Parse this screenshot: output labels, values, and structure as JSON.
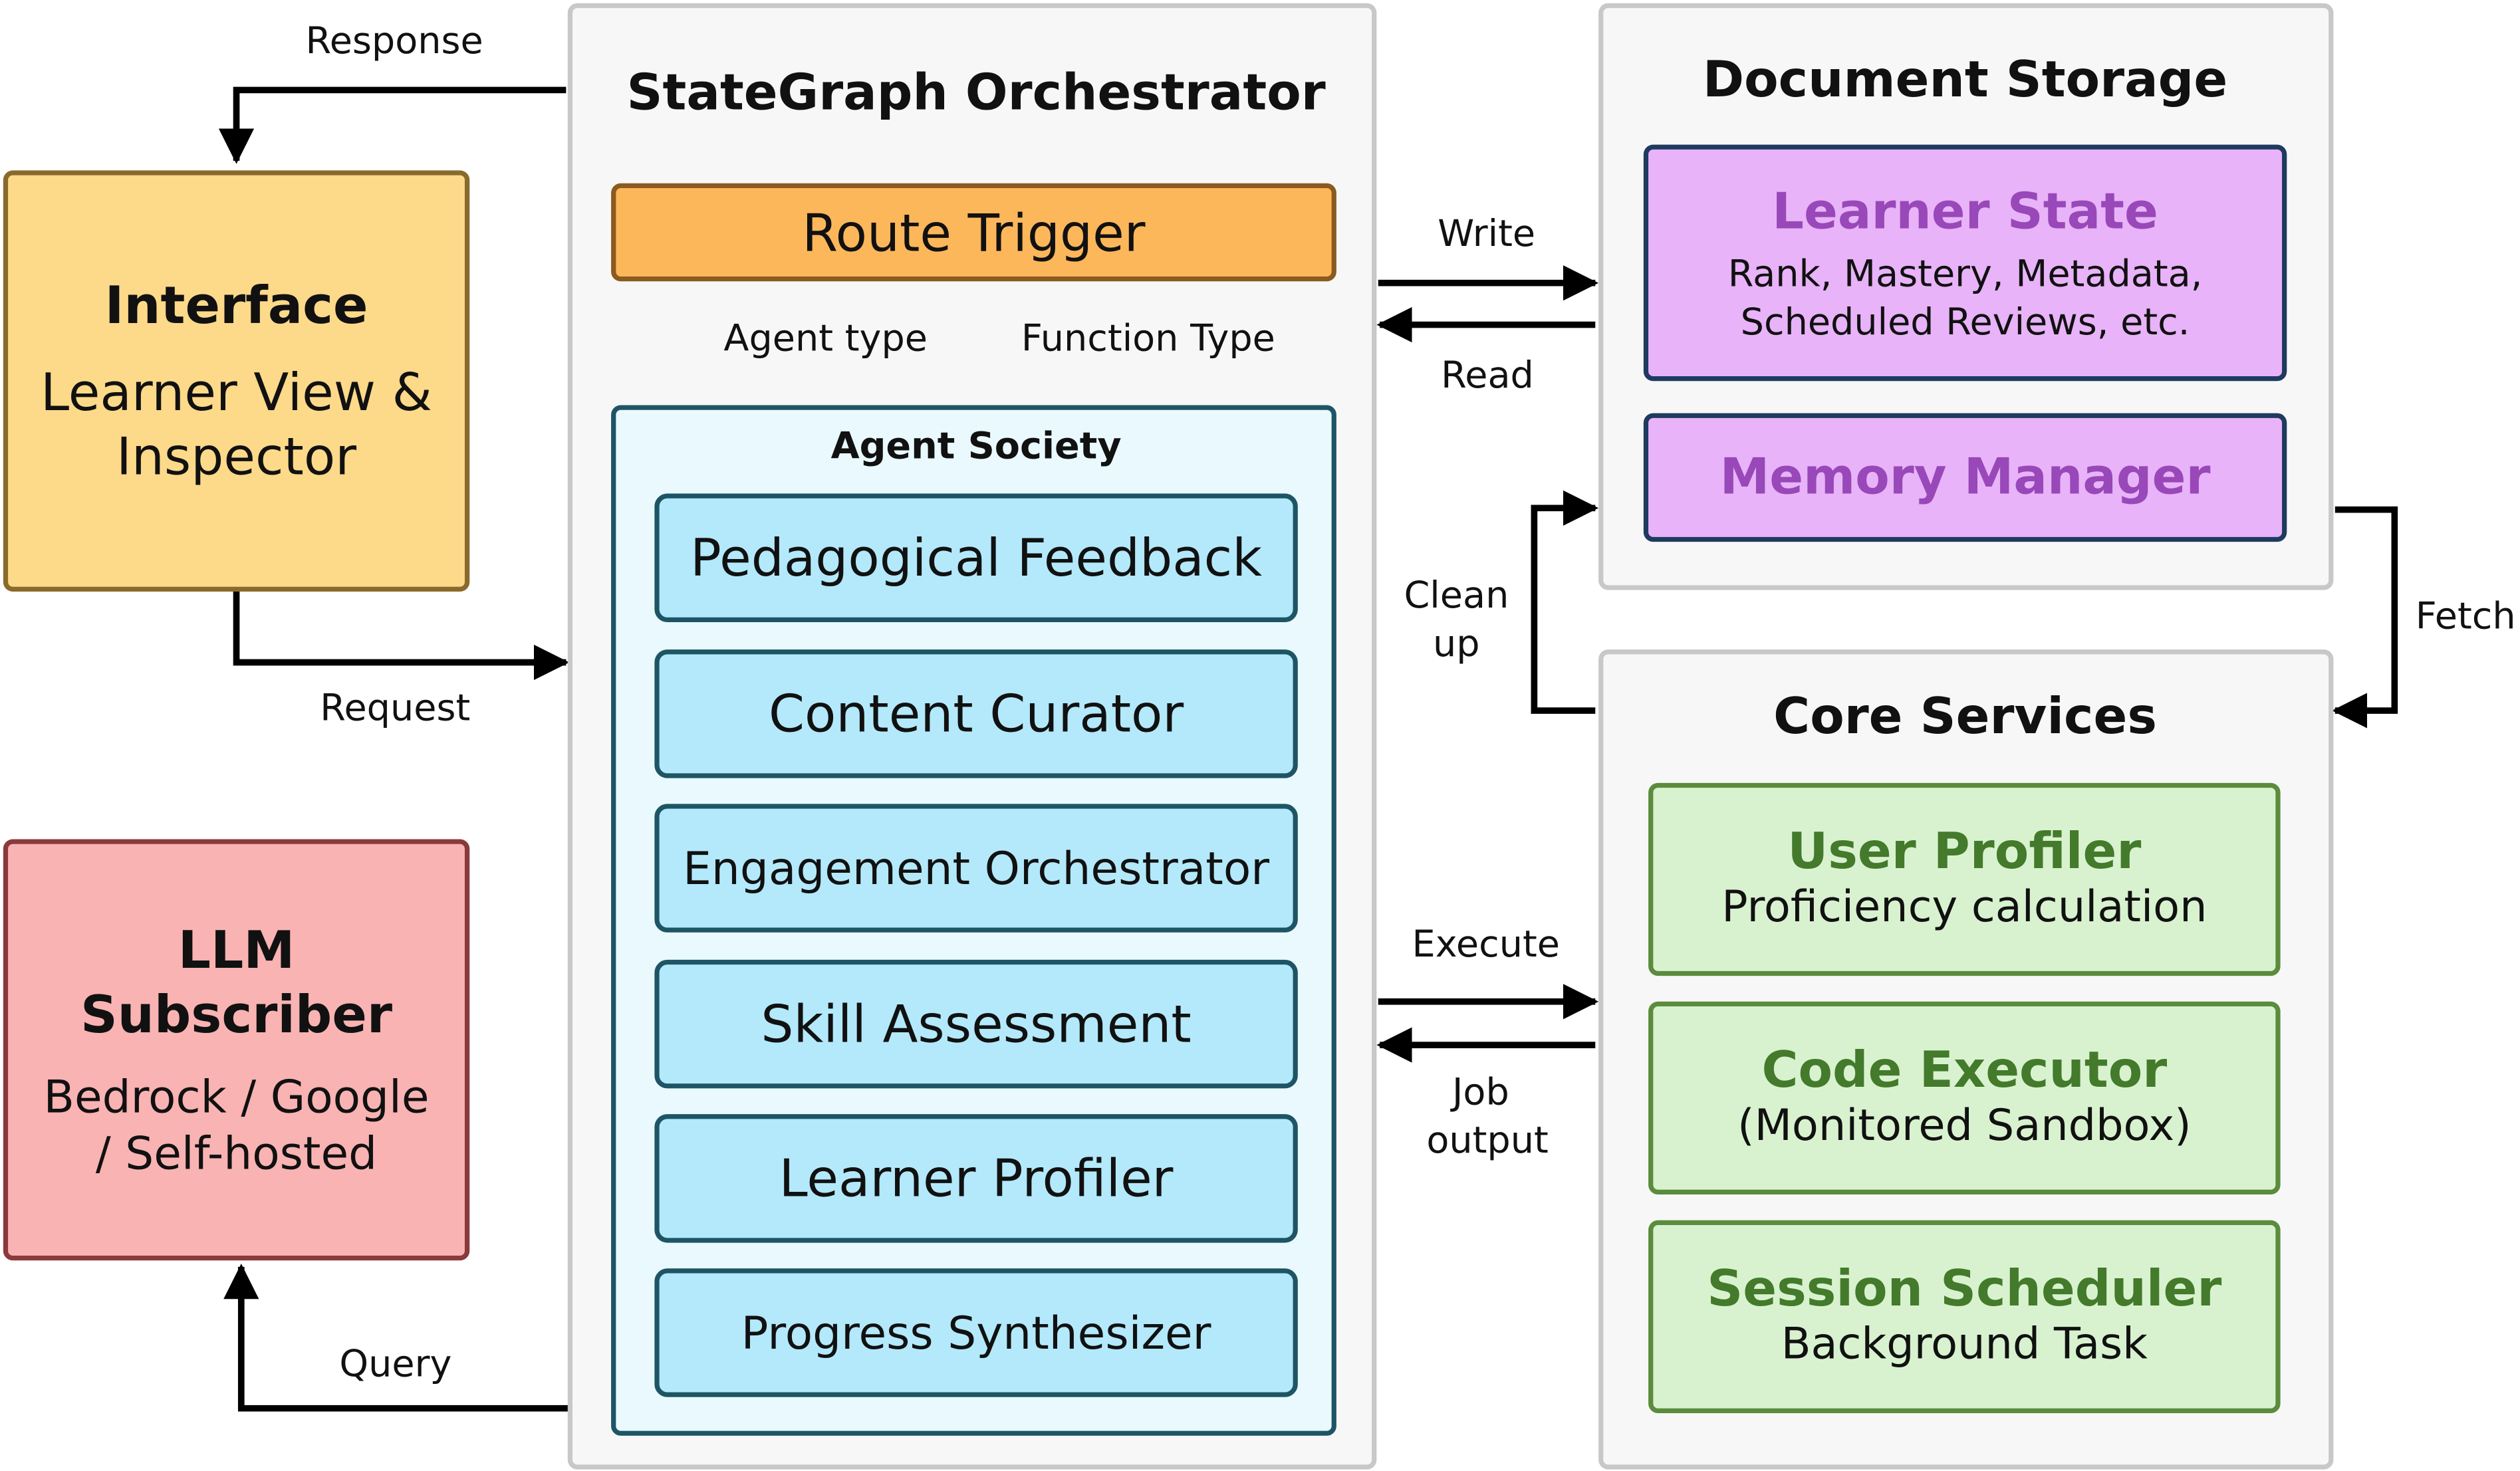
{
  "interface": {
    "title": "Interface",
    "subtitle_line1": "Learner View &",
    "subtitle_line2": "Inspector",
    "color": "#fdd98a"
  },
  "llm": {
    "title_line1": "LLM",
    "title_line2": "Subscriber",
    "subtitle_line1": "Bedrock / Google",
    "subtitle_line2": "/ Self-hosted",
    "color": "#f9b3b3"
  },
  "orchestrator": {
    "title": "StateGraph Orchestrator",
    "route_trigger": "Route Trigger",
    "route_color": "#fdb75b",
    "agent_type_label": "Agent type",
    "function_type_label": "Function Type",
    "society": {
      "title": "Agent Society",
      "agents": [
        "Pedagogical Feedback",
        "Content Curator",
        "Engagement Orchestrator",
        "Skill Assessment",
        "Learner Profiler",
        "Progress Synthesizer"
      ]
    }
  },
  "storage": {
    "title": "Document Storage",
    "learner_state": {
      "title": "Learner State",
      "line1": "Rank, Mastery, Metadata,",
      "line2": "Scheduled Reviews, etc."
    },
    "memory_manager": "Memory Manager"
  },
  "core": {
    "title": "Core Services",
    "services": [
      {
        "title": "User Profiler",
        "subtitle": "Proficiency calculation"
      },
      {
        "title": "Code Executor",
        "subtitle": "(Monitored Sandbox)"
      },
      {
        "title": "Session Scheduler",
        "subtitle": "Background Task"
      }
    ]
  },
  "edges": {
    "response": "Response",
    "request": "Request",
    "query": "Query",
    "write": "Write",
    "read": "Read",
    "clean_up_line1": "Clean",
    "clean_up_line2": "up",
    "fetch": "Fetch",
    "execute": "Execute",
    "job_output_line1": "Job",
    "job_output_line2": "output"
  }
}
